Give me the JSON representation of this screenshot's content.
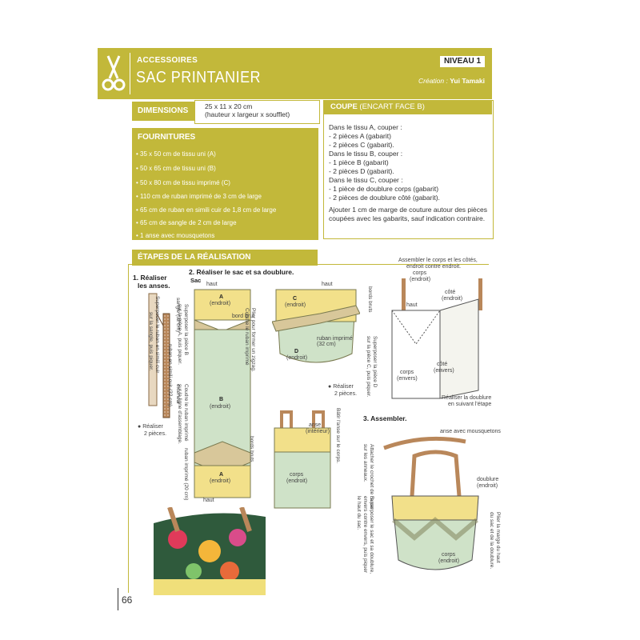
{
  "header": {
    "category": "ACCESSOIRES",
    "title": "SAC PRINTANIER",
    "level": "NIVEAU 1",
    "credit_prefix": "Création : ",
    "credit_name": "Yui Tamaki"
  },
  "dimensions": {
    "label": "DIMENSIONS",
    "line1": "25 x 11 x 20 cm",
    "line2": "(hauteur x largeur x soufflet)"
  },
  "fournitures": {
    "title": "FOURNITURES",
    "items": [
      "• 35 x 50 cm de tissu uni (A)",
      "• 50 x 65 cm de tissu uni (B)",
      "• 50 x 80 cm de tissu imprimé (C)",
      "• 110 cm de ruban imprimé de 3 cm de large",
      "• 65 cm de ruban en simili cuir de 1,8 cm de large",
      "• 65 cm de sangle de 2 cm de large",
      "• 1 anse avec mousquetons"
    ]
  },
  "coupe": {
    "title_bold": "COUPE",
    "title_rest": " (ENCART FACE B)",
    "lines": [
      "Dans le tissu A, couper :",
      "- 2 pièces A (gabarit)",
      "- 2 pièces C (gabarit).",
      "Dans le tissu B, couper :",
      "- 1 pièce B (gabarit)",
      "- 2 pièces D (gabarit).",
      "Dans le tissu C, couper :",
      "- 1 pièce de doublure corps (gabarit)",
      "- 2 pièces de doublure côté (gabarit).",
      "",
      "Ajouter 1 cm de marge de couture autour des pièces",
      "coupées avec les gabarits, sauf indication contraire."
    ]
  },
  "etapes": {
    "title": "ÉTAPES DE LA RÉALISATION",
    "step1_title_a": "1. Réaliser",
    "step1_title_b": "les anses.",
    "step2_title": "2. Réaliser le sac et sa doublure.",
    "step2_sub": "Sac",
    "step3_title": "3. Assembler.",
    "labels": {
      "haut": "haut",
      "a_piece": "A",
      "endroit": "(endroit)",
      "bord_brut": "bord brut",
      "b_piece": "B",
      "c_piece": "C",
      "d_piece": "D",
      "ruban_imprime_32": "ruban imprimé\n(32 cm)",
      "bords_bruts": "bords bruts",
      "realiser_2a": "Réaliser",
      "realiser_2b": "2 pièces.",
      "anse": "anse",
      "interieur": "(intérieur)",
      "corps": "corps",
      "cote": "côté",
      "envers": "(envers)",
      "anse_mousquetons": "anse avec mousquetons",
      "doublure": "doublure",
      "assembler_corps": "Assembler le corps et les côtés,",
      "endroit_contre_endroit": "endroit contre endroit.",
      "realiser_doublure": "Réaliser la doublure",
      "en_suivant": "en suivant l'étape",
      "sangle": "sangle (32 cm)",
      "ruban_simili": "ruban en simili cuir (32 cm)",
      "superposer_ruban": "Superposer le ruban en simili cuir",
      "sur_sangle": "sur la sangle, puis piquer.",
      "exterieur": "extérieur",
      "superposer_piece_b": "Superposer la pièce B",
      "sur_piece_a": "sur la pièce A, puis piquer.",
      "coudre_ruban": "Coudre le ruban imprimé",
      "ligne_assemblage": "sur la ligne d'assemblage.",
      "ruban_20": "ruban imprimé\n(20 cm)",
      "former_zigzag": "Plier pour former un zigzag.",
      "superposer_d": "Superposer la pièce D",
      "sur_c": "sur la pièce C, puis piquer.",
      "batir_anse": "Bâtir l'anse sur le corps.",
      "superposer_sac": "Superposer le sac et sa doublure,",
      "envers_contre": "envers contre envers, puis piquer",
      "haut_sac": "le haut du sac.",
      "attacher": "Attacher le crochet de l'anse",
      "sur_anneaux": "sur les anneaux.",
      "plier_marge": "Plier la marge du haut",
      "du_sac": "du sac et de la doublure."
    }
  },
  "page_number": "66",
  "colors": {
    "accent": "#c2b83a",
    "fabric_yellow": "#f2e08a",
    "fabric_green": "#cfe2c8",
    "ribbon_brown": "#b9875a"
  }
}
